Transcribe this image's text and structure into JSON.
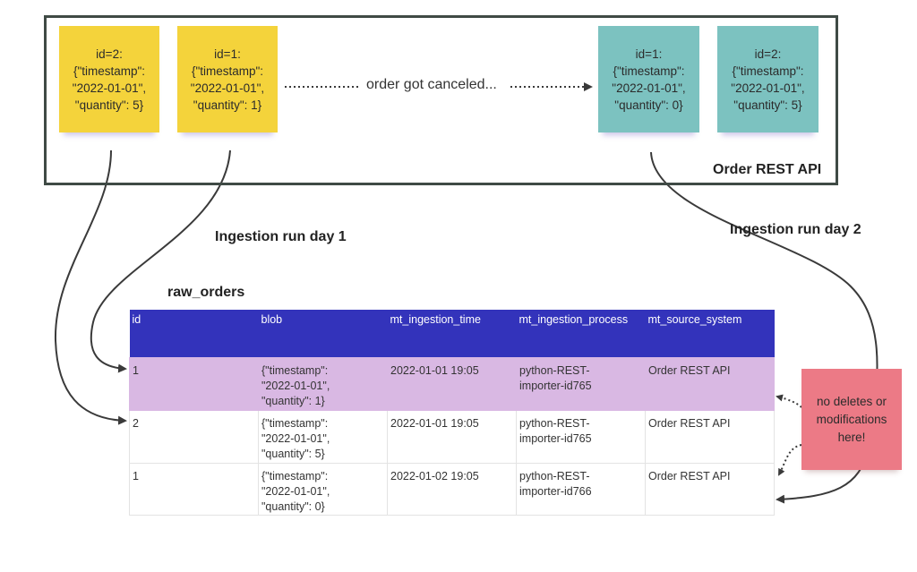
{
  "api": {
    "label": "Order REST API",
    "before_notes": [
      {
        "lines": [
          "id=2:",
          "{\"timestamp\":",
          "\"2022-01-01\",",
          "\"quantity\": 5}"
        ]
      },
      {
        "lines": [
          "id=1:",
          "{\"timestamp\":",
          "\"2022-01-01\",",
          "\"quantity\": 1}"
        ]
      }
    ],
    "after_notes": [
      {
        "lines": [
          "id=1:",
          "{\"timestamp\":",
          "\"2022-01-01\",",
          "\"quantity\": 0}"
        ]
      },
      {
        "lines": [
          "id=2:",
          "{\"timestamp\":",
          "\"2022-01-01\",",
          "\"quantity\": 5}"
        ]
      }
    ],
    "transition_label": "order got canceled..."
  },
  "ingestion": {
    "day1_label": "Ingestion run day 1",
    "day2_label": "Ingestion run day 2"
  },
  "table": {
    "title": "raw_orders",
    "columns": [
      "id",
      "blob",
      "mt_ingestion_time",
      "mt_ingestion_process",
      "mt_source_system"
    ],
    "rows": [
      {
        "id": "1",
        "blob": [
          "{\"timestamp\":",
          "\"2022-01-01\",",
          "\"quantity\": 1}"
        ],
        "time": "2022-01-01 19:05",
        "process": [
          "python-REST-",
          "importer-id765"
        ],
        "source": "Order REST API"
      },
      {
        "id": "2",
        "blob": [
          "{\"timestamp\":",
          "\"2022-01-01\",",
          "\"quantity\": 5}"
        ],
        "time": "2022-01-01 19:05",
        "process": [
          "python-REST-",
          "importer-id765"
        ],
        "source": "Order REST API"
      },
      {
        "id": "1",
        "blob": [
          "{\"timestamp\":",
          "\"2022-01-01\",",
          "\"quantity\": 0}"
        ],
        "time": "2022-01-02 19:05",
        "process": [
          "python-REST-",
          "importer-id766"
        ],
        "source": "Order REST API"
      }
    ]
  },
  "callout": {
    "lines": [
      "no deletes or",
      "modifications",
      "here!"
    ]
  },
  "colors": {
    "yellow_note": "#f4d33b",
    "teal_note": "#7cc2c0",
    "pink_note": "#ec7a86",
    "header": "#3333bb",
    "highlight_row": "#d9b8e3",
    "frame": "#3f4a45"
  }
}
